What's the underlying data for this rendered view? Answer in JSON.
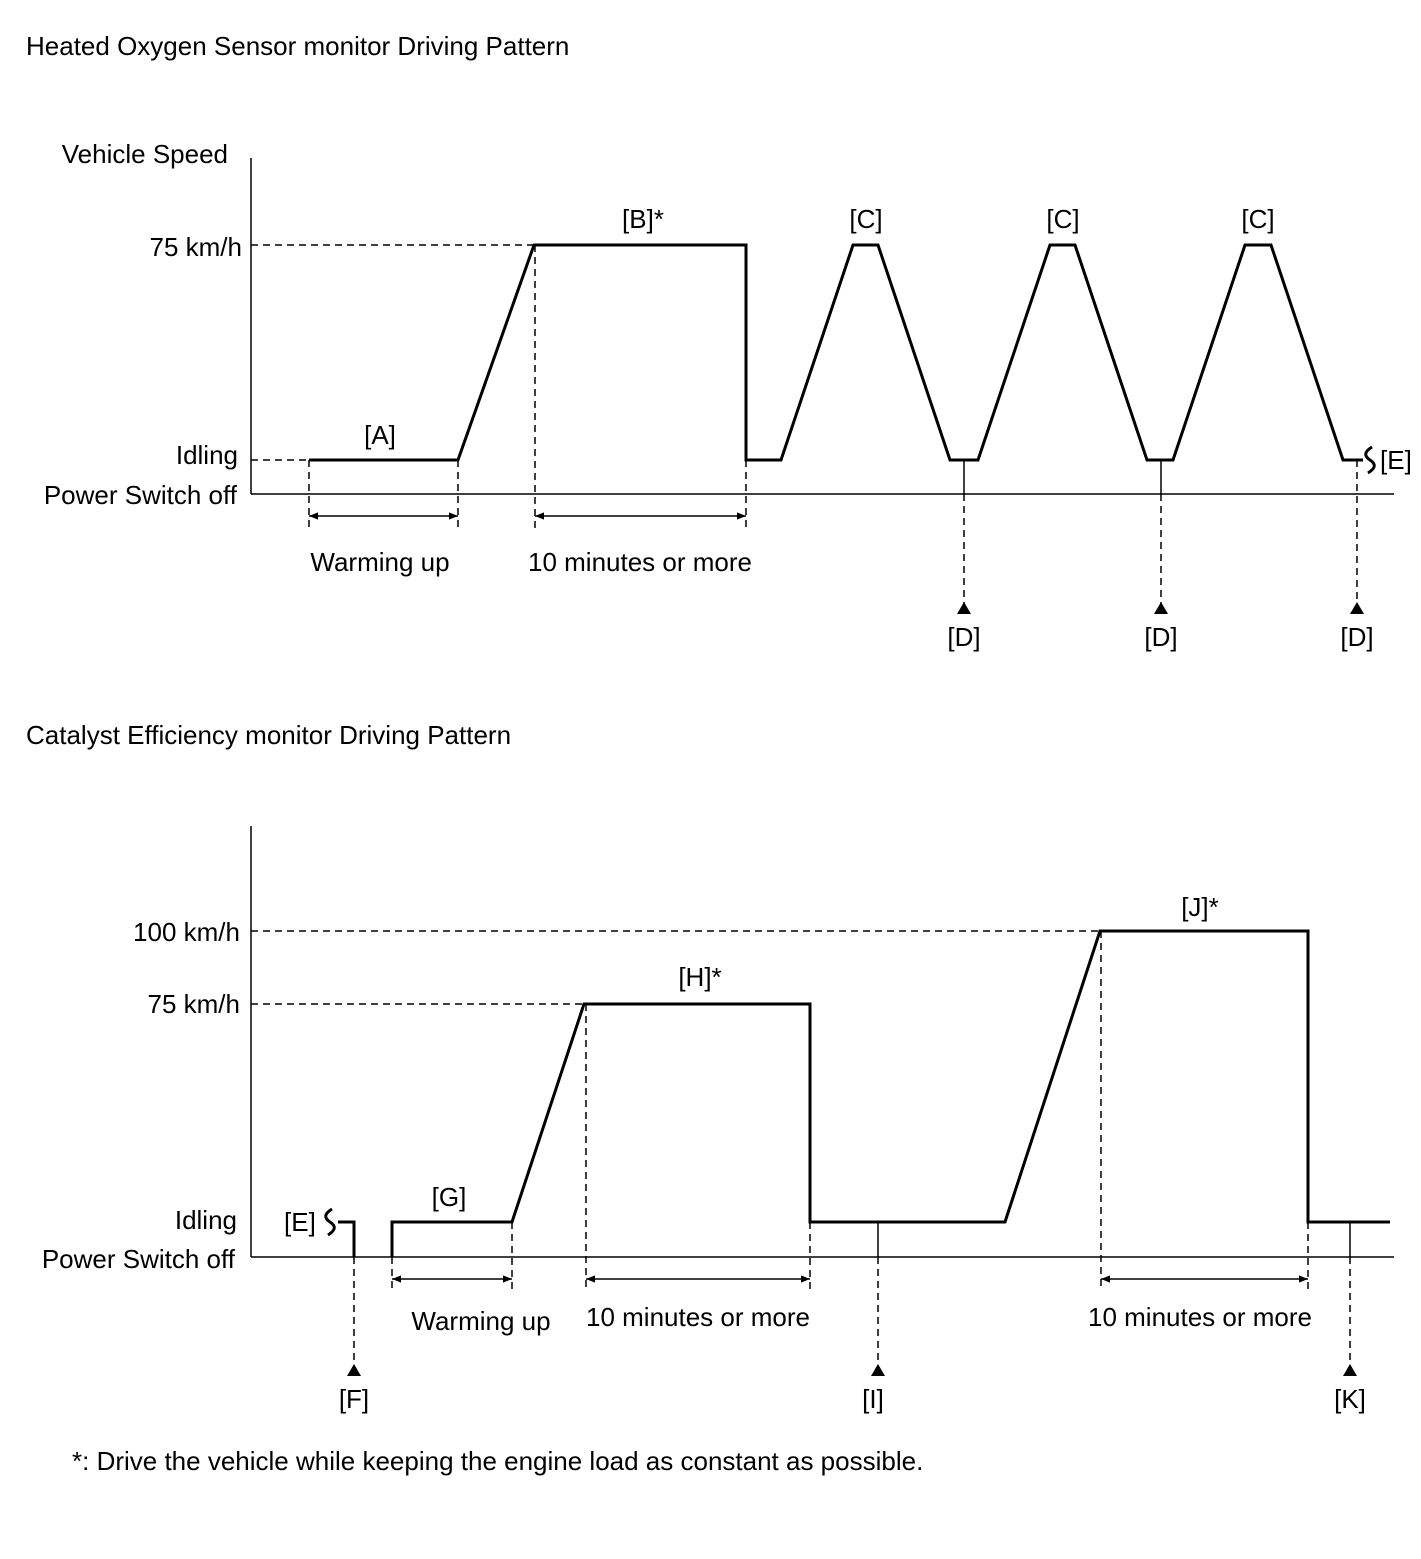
{
  "titles": {
    "hos": "Heated Oxygen Sensor monitor Driving Pattern",
    "cat": "Catalyst Efficiency monitor Driving Pattern"
  },
  "hos": {
    "y_axis_title": "Vehicle Speed",
    "y_levels": {
      "speed75": "75 km/h",
      "idling": "Idling",
      "off": "Power Switch off"
    },
    "segments": {
      "A": "[A]",
      "B": "[B]*",
      "C": "[C]",
      "D": "[D]",
      "E": "[E]"
    },
    "durations": {
      "warm": "Warming up",
      "ten": "10 minutes or more"
    }
  },
  "cat": {
    "y_levels": {
      "speed100": "100 km/h",
      "speed75": "75 km/h",
      "idling": "Idling",
      "off": "Power Switch off"
    },
    "segments": {
      "E": "[E]",
      "F": "[F]",
      "G": "[G]",
      "H": "[H]*",
      "I": "[I]",
      "J": "[J]*",
      "K": "[K]"
    },
    "durations": {
      "warm": "Warming up",
      "ten": "10 minutes or more"
    }
  },
  "footnote": "*: Drive the vehicle while keeping the engine load as constant as possible."
}
